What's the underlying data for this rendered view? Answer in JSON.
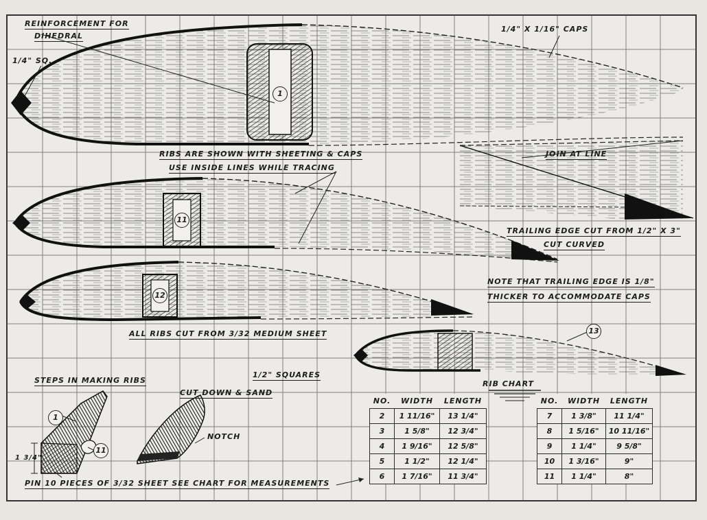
{
  "labels": {
    "reinforcement_line1": "REINFORCEMENT FOR",
    "reinforcement_line2": "DIHEDRAL",
    "quarter_sq": "1/4\" SQ.",
    "caps": "1/4\" X 1/16\" CAPS",
    "ribs_shown": "RIBS ARE SHOWN WITH SHEETING & CAPS",
    "inside_lines": "USE INSIDE LINES WHILE TRACING",
    "join_at_line": "JOIN AT LINE",
    "trailing_edge_cut": "TRAILING EDGE CUT FROM 1/2\" X 3\"",
    "cut_curved": "CUT CURVED",
    "note_line1": "NOTE THAT TRAILING EDGE IS 1/8\"",
    "note_line2": "THICKER TO ACCOMMODATE CAPS",
    "all_ribs_cut": "ALL RIBS CUT FROM 3/32 MEDIUM SHEET",
    "half_squares": "1/2\" SQUARES",
    "steps": "STEPS IN MAKING RIBS",
    "cut_down": "CUT DOWN & SAND",
    "notch": "NOTCH",
    "pin_pieces": "PIN 10 PIECES OF 3/32 SHEET SEE CHART FOR MEASUREMENTS",
    "rib_chart": "RIB CHART",
    "stack_height": "1 3/4\""
  },
  "rib_numbers": {
    "rib1": "1",
    "rib11": "11",
    "rib12": "12",
    "rib13": "13",
    "step1": "1",
    "step11": "11"
  },
  "chart": {
    "headers": [
      "NO.",
      "WIDTH",
      "LENGTH"
    ],
    "left_rows": [
      {
        "no": "2",
        "width": "1 11/16\"",
        "length": "13 1/4\""
      },
      {
        "no": "3",
        "width": "1 5/8\"",
        "length": "12 3/4\""
      },
      {
        "no": "4",
        "width": "1 9/16\"",
        "length": "12 5/8\""
      },
      {
        "no": "5",
        "width": "1 1/2\"",
        "length": "12 1/4\""
      },
      {
        "no": "6",
        "width": "1 7/16\"",
        "length": "11 3/4\""
      }
    ],
    "right_rows": [
      {
        "no": "7",
        "width": "1 3/8\"",
        "length": "11 1/4\""
      },
      {
        "no": "8",
        "width": "1 5/16\"",
        "length": "10 11/16\""
      },
      {
        "no": "9",
        "width": "1 1/4\"",
        "length": "9 5/8\""
      },
      {
        "no": "10",
        "width": "1 3/16\"",
        "length": "9\""
      },
      {
        "no": "11",
        "width": "1 1/4\"",
        "length": "8\""
      }
    ]
  }
}
